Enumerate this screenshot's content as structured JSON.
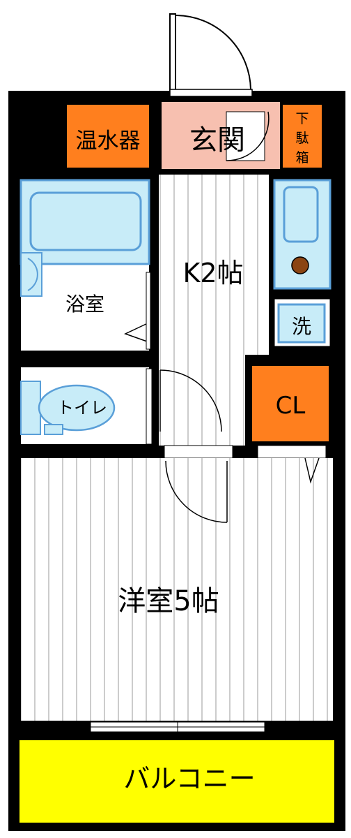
{
  "labels": {
    "water_heater": "温水器",
    "entrance": "玄関",
    "shoe_box": "下駄箱",
    "shoe_box_chars": [
      "下",
      "駄",
      "箱"
    ],
    "kitchen": "K2帖",
    "bathroom": "浴室",
    "washer": "洗",
    "toilet": "トイレ",
    "closet": "CL",
    "western_room": "洋室5帖",
    "balcony": "バルコニー"
  },
  "colors": {
    "wall": "#000000",
    "orange": "#ff7f1e",
    "entrance_pink": "#f7c0b0",
    "fixture_blue": "#c8ecf8",
    "fixture_border": "#5a9fd8",
    "balcony_yellow": "#ffff00",
    "stripe": "#999999",
    "stove_knob": "#8b4513"
  }
}
